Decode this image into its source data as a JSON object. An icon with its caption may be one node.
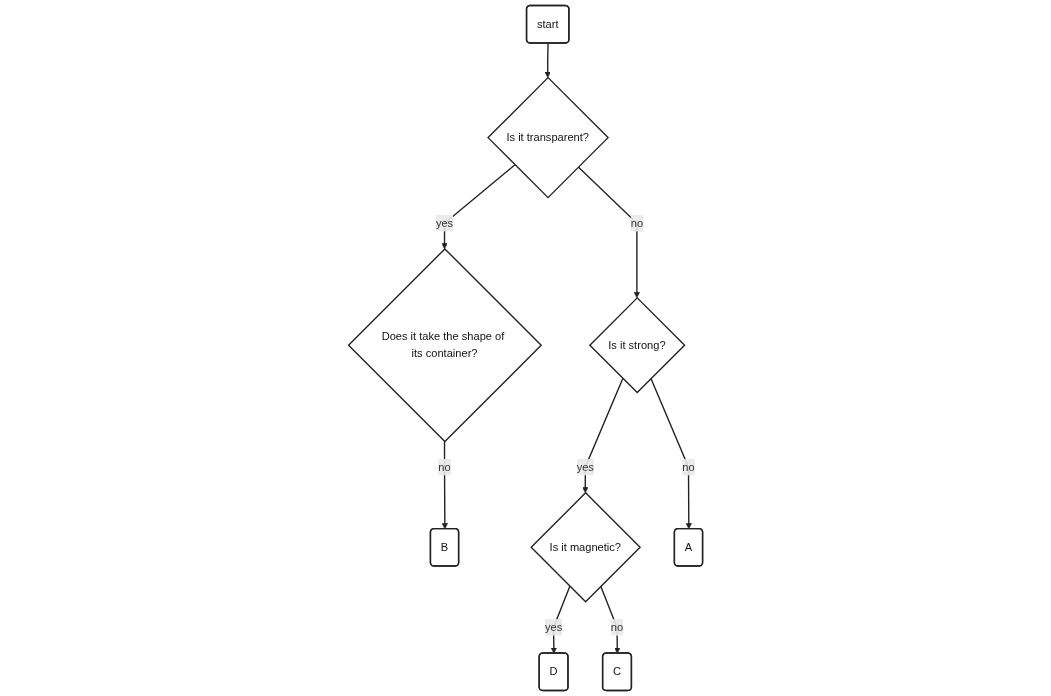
{
  "diagram": {
    "nodes": [
      {
        "text": [
          "start"
        ]
      },
      {
        "text": [
          "Is it transparent?"
        ]
      },
      {
        "text": [
          "Does it take the shape of its container?"
        ]
      },
      {
        "text": [
          "B"
        ]
      },
      {
        "text": [
          "Is it strong?"
        ]
      },
      {
        "text": [
          "Is it magnetic?"
        ]
      },
      {
        "text": [
          "D"
        ]
      },
      {
        "text": [
          "A"
        ]
      },
      {
        "text": [
          "C"
        ]
      }
    ],
    "edges": [
      {
        "from": 0,
        "to": 1,
        "arrow": "to"
      },
      {
        "from": 1,
        "to": 2,
        "label": "yes",
        "arrow": "to"
      },
      {
        "from": 2,
        "to": 3,
        "label": "no",
        "arrow": "to"
      },
      {
        "from": 1,
        "to": 4,
        "label": "no",
        "arrow": "to"
      },
      {
        "from": 4,
        "to": 5,
        "label": "yes",
        "arrow": "to"
      },
      {
        "from": 5,
        "to": 6,
        "label": "yes",
        "arrow": "to"
      },
      {
        "from": 4,
        "to": 7,
        "label": "no",
        "arrow": "to"
      },
      {
        "from": 5,
        "to": 8,
        "label": "no",
        "arrow": "to"
      }
    ]
  }
}
